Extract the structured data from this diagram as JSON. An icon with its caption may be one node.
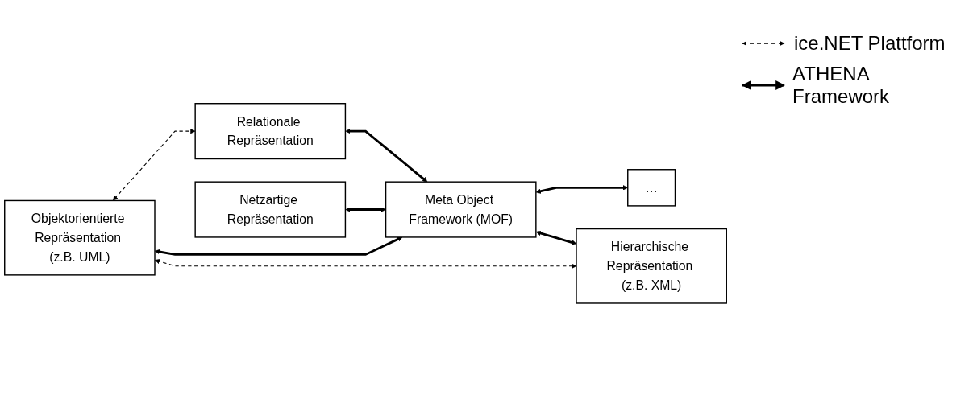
{
  "diagram": {
    "nodes": [
      {
        "text": [
          "Relationale Repräsentation"
        ]
      },
      {
        "text": [
          "Netzartige Repräsentation"
        ]
      },
      {
        "text": [
          "Objektorientierte Repräsentation (z.B. UML)"
        ]
      },
      {
        "text": [
          "Meta Object Framework (MOF)"
        ]
      },
      {
        "text": [
          "…"
        ]
      },
      {
        "text": [
          "Hierarchische Repräsentation (z.B. XML)"
        ]
      }
    ],
    "edges": [
      {
        "from": 2,
        "to": 0,
        "arrow": "both",
        "style": "dashed"
      },
      {
        "from": 0,
        "to": 3,
        "arrow": "both"
      },
      {
        "from": 1,
        "to": 3,
        "arrow": "both"
      },
      {
        "from": 2,
        "to": 3,
        "arrow": "both"
      },
      {
        "from": 3,
        "to": 4,
        "arrow": "both"
      },
      {
        "from": 3,
        "to": 5,
        "arrow": "both"
      },
      {
        "from": 2,
        "to": 5,
        "arrow": "both",
        "style": "dashed"
      }
    ],
    "legend": [
      {
        "text": "ice.NET Plattform"
      },
      {
        "text": "ATHENA Framework"
      }
    ]
  }
}
